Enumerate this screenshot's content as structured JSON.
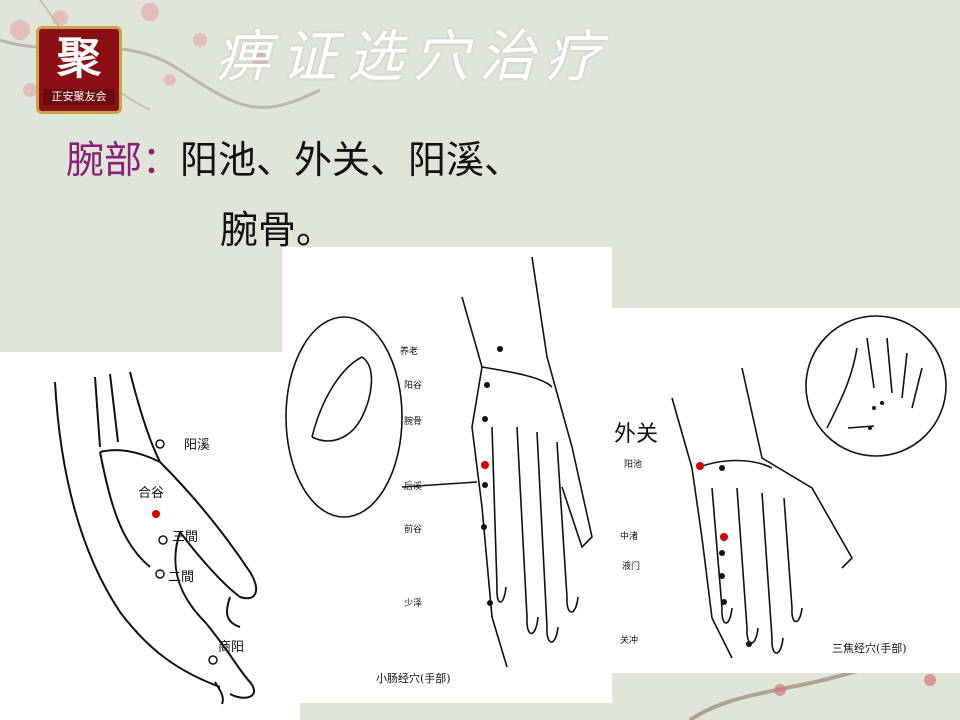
{
  "logo": {
    "char": "聚",
    "subtitle": "正安聚友会"
  },
  "title": "痹证选穴治疗",
  "body": {
    "line1_label": "腕部：",
    "line1_text": "阳池、外关、阳溪、",
    "line2_text": "腕骨。"
  },
  "fig_left": {
    "labels": [
      "阳溪",
      "合谷",
      "三間",
      "二間",
      "商阳"
    ]
  },
  "fig_mid": {
    "labels": [
      "养老",
      "阳谷",
      "腕骨",
      "后溪",
      "前谷",
      "少泽"
    ],
    "caption": "小肠经穴(手部)"
  },
  "fig_right": {
    "callout": "外关",
    "labels": [
      "阳池",
      "中渚",
      "液门",
      "关冲"
    ],
    "caption": "三焦经穴(手部)"
  },
  "colors": {
    "point": "#d40000",
    "label_purple": "#8a1f7a",
    "logo_red": "#8b0f14",
    "logo_gold": "#caa24a"
  }
}
